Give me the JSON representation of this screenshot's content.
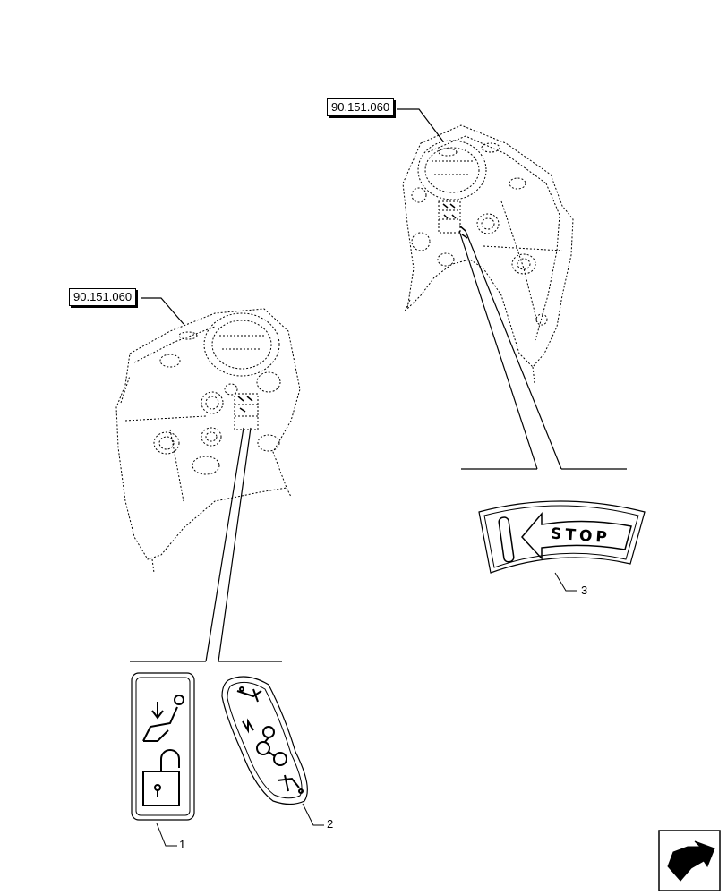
{
  "references": {
    "ref_right": "90.151.060",
    "ref_left": "90.151.060"
  },
  "callouts": {
    "item1": "1",
    "item2": "2",
    "item3": "3"
  },
  "decals": {
    "stop_text": "STOP"
  },
  "icons": [
    "seat-recline-icon",
    "padlock-icon",
    "rabbit-icon",
    "neutral-icon",
    "turtle-icon",
    "stop-arrow-icon",
    "navigation-arrow-icon"
  ]
}
